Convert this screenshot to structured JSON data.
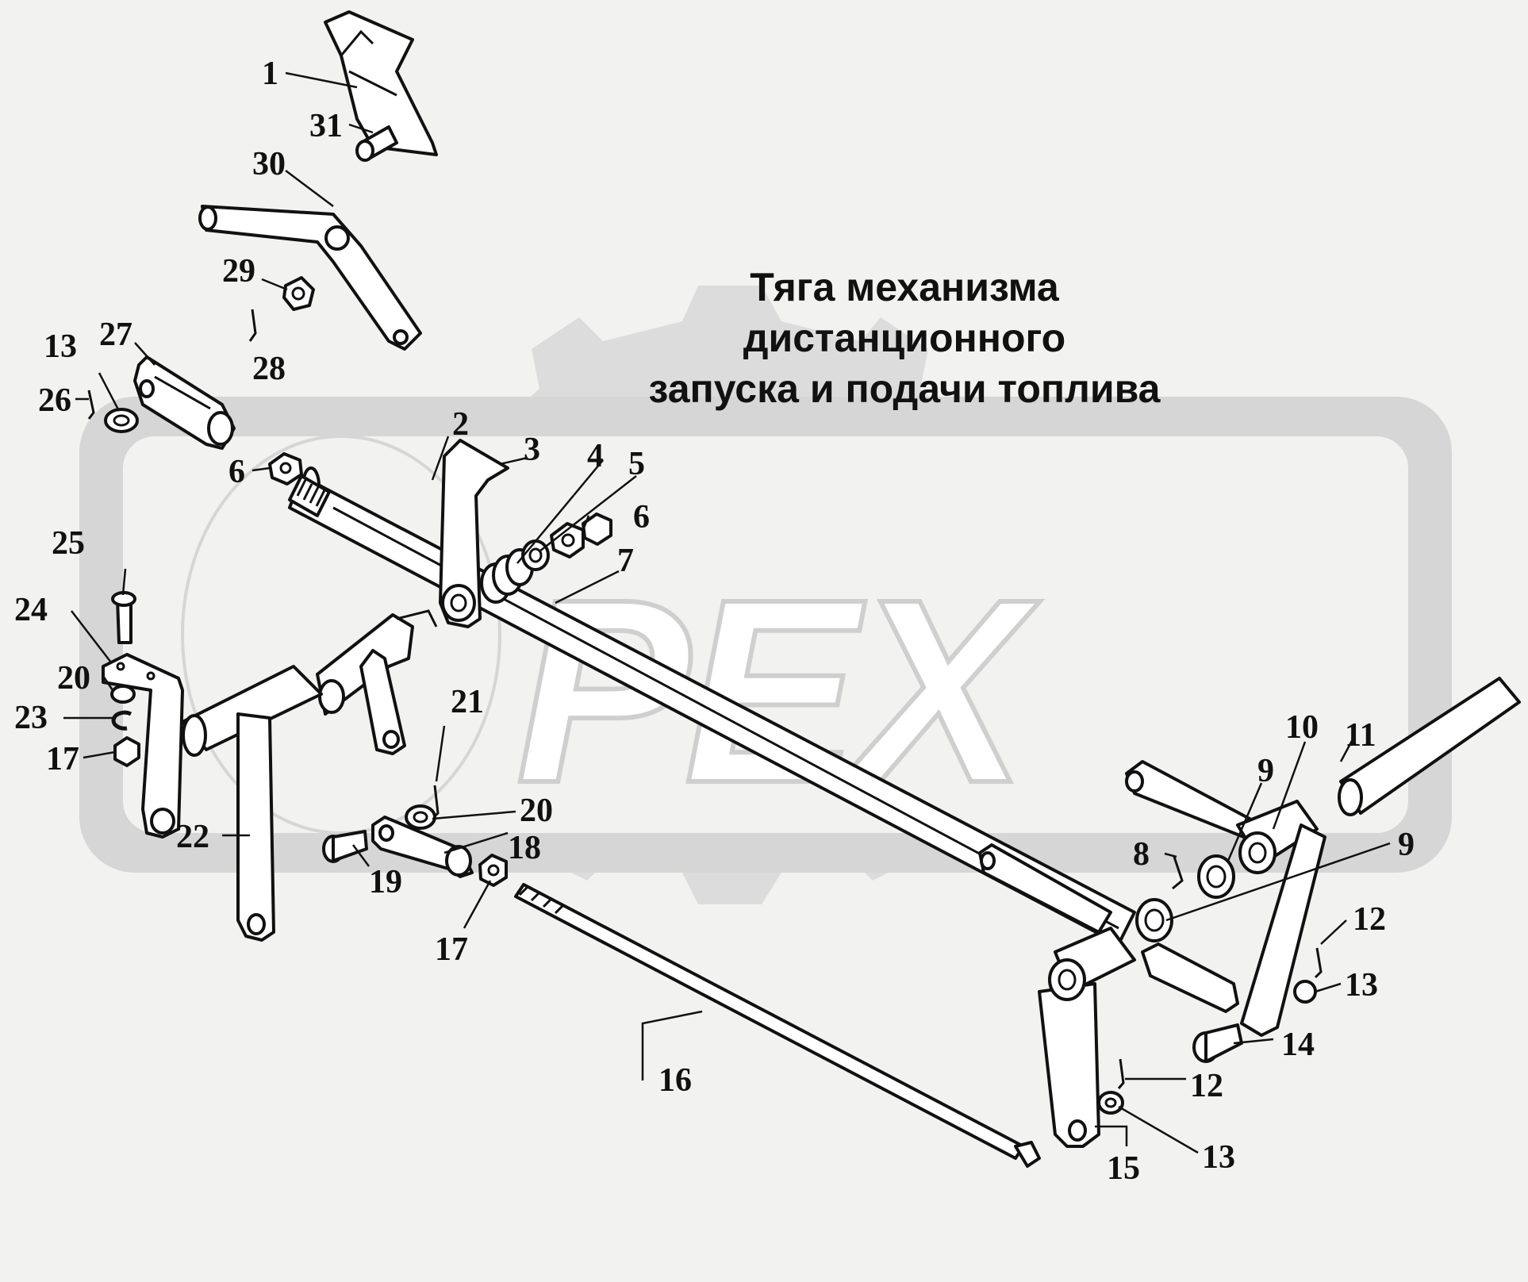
{
  "title_line1": "Тяга механизма дистанционного",
  "title_line2": "запуска и подачи топлива",
  "watermark": "PEX",
  "callouts": [
    "1",
    "31",
    "30",
    "29",
    "28",
    "13",
    "27",
    "26",
    "2",
    "3",
    "4",
    "5",
    "6",
    "6",
    "7",
    "25",
    "24",
    "20",
    "23",
    "17",
    "21",
    "22",
    "20",
    "18",
    "19",
    "17",
    "16",
    "10",
    "11",
    "9",
    "9",
    "8",
    "12",
    "13",
    "14",
    "12",
    "13",
    "15"
  ]
}
